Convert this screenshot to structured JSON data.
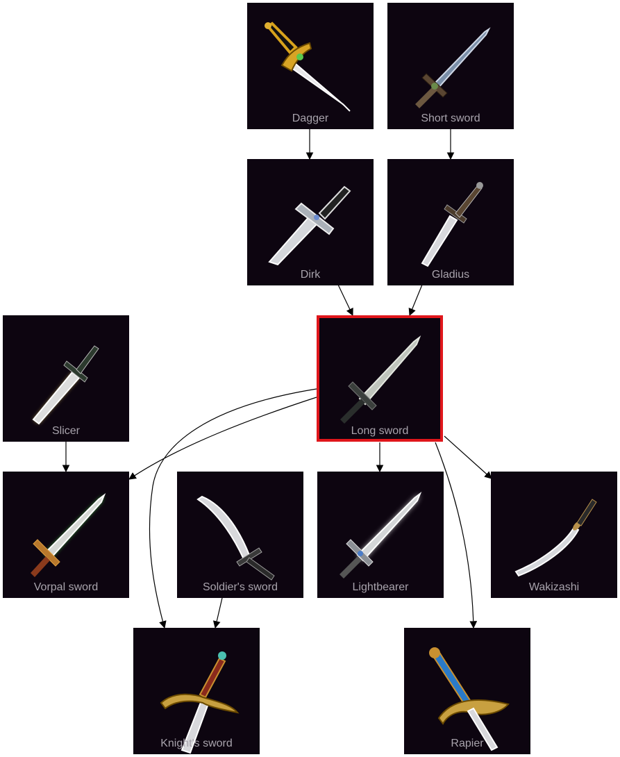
{
  "nodes": {
    "dagger": {
      "label": "Dagger",
      "icon": "dagger-icon"
    },
    "short_sword": {
      "label": "Short sword",
      "icon": "short-sword-icon"
    },
    "dirk": {
      "label": "Dirk",
      "icon": "dirk-icon"
    },
    "gladius": {
      "label": "Gladius",
      "icon": "gladius-icon"
    },
    "long_sword": {
      "label": "Long sword",
      "icon": "long-sword-icon",
      "selected": true
    },
    "slicer": {
      "label": "Slicer",
      "icon": "slicer-icon"
    },
    "vorpal_sword": {
      "label": "Vorpal sword",
      "icon": "vorpal-sword-icon"
    },
    "soldiers_sword": {
      "label": "Soldier's sword",
      "icon": "soldiers-sword-icon"
    },
    "lightbearer": {
      "label": "Lightbearer",
      "icon": "lightbearer-icon"
    },
    "wakizashi": {
      "label": "Wakizashi",
      "icon": "wakizashi-icon"
    },
    "knights_sword": {
      "label": "Knight's sword",
      "icon": "knights-sword-icon"
    },
    "rapier": {
      "label": "Rapier",
      "icon": "rapier-icon"
    }
  },
  "edges": [
    [
      "dagger",
      "dirk"
    ],
    [
      "short_sword",
      "gladius"
    ],
    [
      "dirk",
      "long_sword"
    ],
    [
      "gladius",
      "long_sword"
    ],
    [
      "slicer",
      "vorpal_sword"
    ],
    [
      "long_sword",
      "vorpal_sword"
    ],
    [
      "long_sword",
      "knights_sword"
    ],
    [
      "long_sword",
      "lightbearer"
    ],
    [
      "long_sword",
      "rapier"
    ],
    [
      "long_sword",
      "wakizashi"
    ],
    [
      "soldiers_sword",
      "knights_sword"
    ]
  ],
  "colors": {
    "tile_background": "#0d0510",
    "selected_border": "#e0161b",
    "label_text": "#a8a3ac",
    "edge": "#000000"
  }
}
